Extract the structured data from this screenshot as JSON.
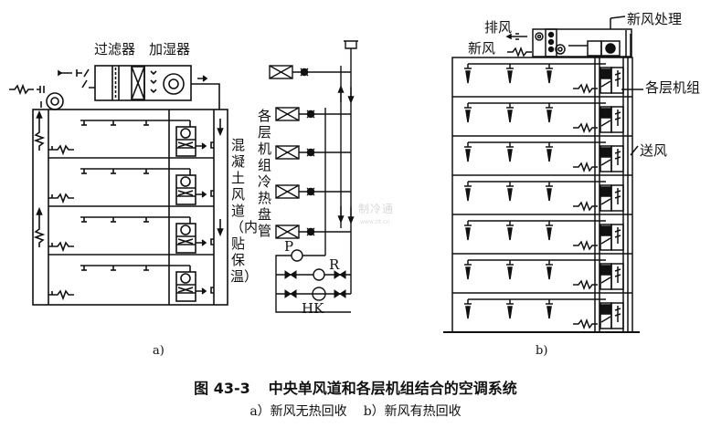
{
  "panel_a": {
    "label": "a)",
    "filter_label": "过滤器",
    "humidifier_label": "加湿器",
    "duct_label": "混凝土风道（内贴保温）",
    "floors": 4
  },
  "panel_coil": {
    "coil_label": "各层机组冷热盘管",
    "pump_p_label": "P",
    "pump_r_label": "R",
    "pump_hk_label": "HK",
    "coil_count": 5
  },
  "panel_b": {
    "label": "b)",
    "exhaust_label": "排风",
    "fresh_air_label": "新风",
    "fresh_air_treatment_label": "新风处理",
    "floor_unit_label": "各层机组",
    "supply_air_label": "送风",
    "floors": 7
  },
  "watermark": {
    "text": "制冷通",
    "url_text": "www.zlt.cn"
  },
  "caption": {
    "figure_number": "图 43-3",
    "title": "中央单风道和各层机组结合的空调系统",
    "sub_a": "a）新风无热回收",
    "sub_b": "b）新风有热回收"
  }
}
